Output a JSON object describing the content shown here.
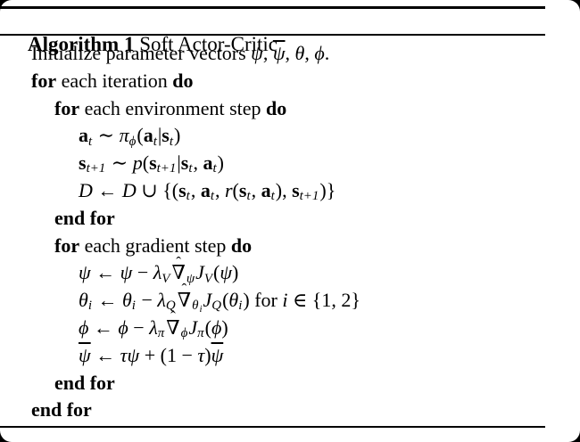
{
  "page": {
    "background_color": "#ffffff",
    "frame_color": "#000000",
    "rule_color": "#000000",
    "text_color": "#000000"
  },
  "header": {
    "label": "Algorithm 1",
    "title": " Soft Actor-Critic"
  },
  "accents": {
    "hat": "ˆ"
  },
  "algorithm": {
    "lines": [
      {
        "indent": 1,
        "segments": [
          {
            "t": "Initialize parameter vectors "
          },
          {
            "t": "ψ",
            "s": "i"
          },
          {
            "t": ", "
          },
          {
            "t": "ψ",
            "s": "i bar"
          },
          {
            "t": ", "
          },
          {
            "t": "θ",
            "s": "i"
          },
          {
            "t": ", "
          },
          {
            "t": "ϕ",
            "s": "i"
          },
          {
            "t": "."
          }
        ]
      },
      {
        "indent": 1,
        "segments": [
          {
            "t": "for",
            "s": "b"
          },
          {
            "t": " each iteration "
          },
          {
            "t": "do",
            "s": "b"
          }
        ]
      },
      {
        "indent": 2,
        "segments": [
          {
            "t": "for",
            "s": "b"
          },
          {
            "t": " each environment step "
          },
          {
            "t": "do",
            "s": "b"
          }
        ]
      },
      {
        "indent": 3,
        "segments": [
          {
            "t": "a",
            "s": "bf"
          },
          {
            "t": "t",
            "s": "sub i"
          },
          {
            "t": " ∼ "
          },
          {
            "t": "π",
            "s": "i"
          },
          {
            "t": "ϕ",
            "s": "sub i"
          },
          {
            "t": "("
          },
          {
            "t": "a",
            "s": "bf"
          },
          {
            "t": "t",
            "s": "sub i"
          },
          {
            "t": "|"
          },
          {
            "t": "s",
            "s": "bf"
          },
          {
            "t": "t",
            "s": "sub i"
          },
          {
            "t": ")"
          }
        ]
      },
      {
        "indent": 3,
        "segments": [
          {
            "t": "s",
            "s": "bf"
          },
          {
            "t": "t+1",
            "s": "sub i"
          },
          {
            "t": " ∼ "
          },
          {
            "t": "p",
            "s": "i"
          },
          {
            "t": "("
          },
          {
            "t": "s",
            "s": "bf"
          },
          {
            "t": "t+1",
            "s": "sub i"
          },
          {
            "t": "|"
          },
          {
            "t": "s",
            "s": "bf"
          },
          {
            "t": "t",
            "s": "sub i"
          },
          {
            "t": ", "
          },
          {
            "t": "a",
            "s": "bf"
          },
          {
            "t": "t",
            "s": "sub i"
          },
          {
            "t": ")"
          }
        ]
      },
      {
        "indent": 3,
        "segments": [
          {
            "t": "D",
            "s": "cal"
          },
          {
            "t": " ← "
          },
          {
            "t": "D",
            "s": "cal"
          },
          {
            "t": " ∪ {("
          },
          {
            "t": "s",
            "s": "bf"
          },
          {
            "t": "t",
            "s": "sub i"
          },
          {
            "t": ", "
          },
          {
            "t": "a",
            "s": "bf"
          },
          {
            "t": "t",
            "s": "sub i"
          },
          {
            "t": ", "
          },
          {
            "t": "r",
            "s": "i"
          },
          {
            "t": "("
          },
          {
            "t": "s",
            "s": "bf"
          },
          {
            "t": "t",
            "s": "sub i"
          },
          {
            "t": ", "
          },
          {
            "t": "a",
            "s": "bf"
          },
          {
            "t": "t",
            "s": "sub i"
          },
          {
            "t": "), "
          },
          {
            "t": "s",
            "s": "bf"
          },
          {
            "t": "t+1",
            "s": "sub i"
          },
          {
            "t": ")}"
          }
        ]
      },
      {
        "indent": 2,
        "segments": [
          {
            "t": "end for",
            "s": "b"
          }
        ]
      },
      {
        "indent": 2,
        "segments": [
          {
            "t": "for",
            "s": "b"
          },
          {
            "t": " each gradient step "
          },
          {
            "t": "do",
            "s": "b"
          }
        ]
      },
      {
        "indent": 3,
        "segments": [
          {
            "t": "ψ",
            "s": "i"
          },
          {
            "t": " ← "
          },
          {
            "t": "ψ",
            "s": "i"
          },
          {
            "t": " − "
          },
          {
            "t": "λ",
            "s": "i"
          },
          {
            "t": "V",
            "s": "sub i"
          },
          {
            "t": "∇",
            "s": "hat"
          },
          {
            "t": "ψ",
            "s": "sub i"
          },
          {
            "t": "J",
            "s": "i"
          },
          {
            "t": "V",
            "s": "sub i"
          },
          {
            "t": "("
          },
          {
            "t": "ψ",
            "s": "i"
          },
          {
            "t": ")"
          }
        ]
      },
      {
        "indent": 3,
        "segments": [
          {
            "t": "θ",
            "s": "i"
          },
          {
            "t": "i",
            "s": "sub i"
          },
          {
            "t": " ← "
          },
          {
            "t": "θ",
            "s": "i"
          },
          {
            "t": "i",
            "s": "sub i"
          },
          {
            "t": " − "
          },
          {
            "t": "λ",
            "s": "i"
          },
          {
            "t": "Q",
            "s": "sub i"
          },
          {
            "t": "∇",
            "s": "hat"
          },
          {
            "t": "θ",
            "s": "sub i"
          },
          {
            "t": "i",
            "s": "ssub i"
          },
          {
            "t": "J",
            "s": "i"
          },
          {
            "t": "Q",
            "s": "sub i"
          },
          {
            "t": "("
          },
          {
            "t": "θ",
            "s": "i"
          },
          {
            "t": "i",
            "s": "sub i"
          },
          {
            "t": ")"
          },
          {
            "t": " for "
          },
          {
            "t": "i",
            "s": "i"
          },
          {
            "t": " ∈ {1, 2}"
          }
        ]
      },
      {
        "indent": 3,
        "segments": [
          {
            "t": "ϕ",
            "s": "i"
          },
          {
            "t": " ← "
          },
          {
            "t": "ϕ",
            "s": "i"
          },
          {
            "t": " − "
          },
          {
            "t": "λ",
            "s": "i"
          },
          {
            "t": "π",
            "s": "sub i"
          },
          {
            "t": "∇",
            "s": "hat"
          },
          {
            "t": "ϕ",
            "s": "sub i"
          },
          {
            "t": "J",
            "s": "i"
          },
          {
            "t": "π",
            "s": "sub i"
          },
          {
            "t": "("
          },
          {
            "t": "ϕ",
            "s": "i"
          },
          {
            "t": ")"
          }
        ]
      },
      {
        "indent": 3,
        "segments": [
          {
            "t": "ψ",
            "s": "i bar"
          },
          {
            "t": " ← "
          },
          {
            "t": "τ",
            "s": "i"
          },
          {
            "t": "ψ",
            "s": "i"
          },
          {
            "t": " + (1 − "
          },
          {
            "t": "τ",
            "s": "i"
          },
          {
            "t": ")"
          },
          {
            "t": "ψ",
            "s": "i bar"
          }
        ]
      },
      {
        "indent": 2,
        "segments": [
          {
            "t": "end for",
            "s": "b"
          }
        ]
      },
      {
        "indent": 1,
        "segments": [
          {
            "t": "end for",
            "s": "b"
          }
        ]
      }
    ]
  }
}
